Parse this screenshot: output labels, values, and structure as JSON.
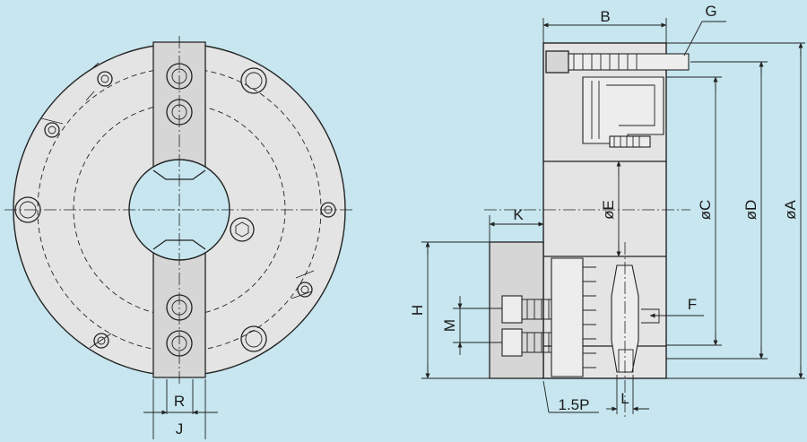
{
  "diagram": {
    "labels": {
      "B": "B",
      "G": "G",
      "K": "K",
      "E": "øE",
      "C": "øC",
      "D": "øD",
      "A": "øA",
      "F": "F",
      "H": "H",
      "M": "M",
      "P": "1.5P",
      "L": "L",
      "R": "R",
      "J": "J"
    }
  }
}
